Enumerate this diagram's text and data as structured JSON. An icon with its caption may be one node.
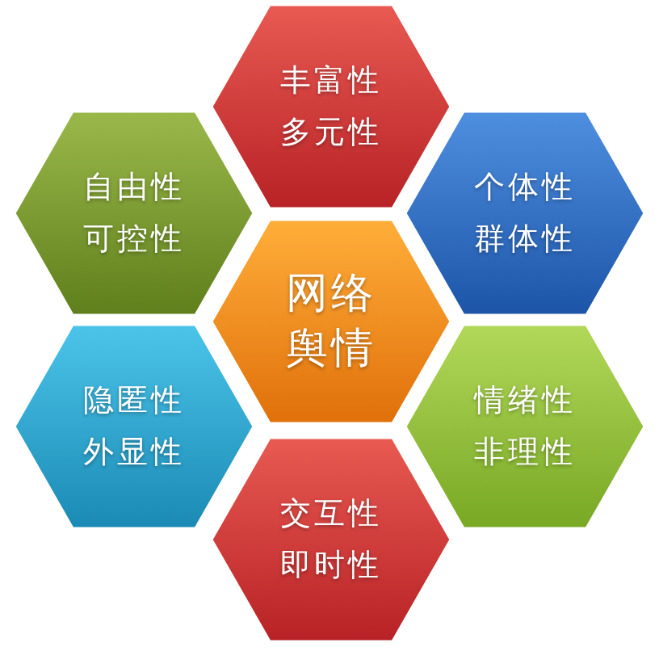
{
  "diagram": {
    "nodes": [
      {
        "text": [
          "丰富性",
          "多元性"
        ]
      },
      {
        "text": [
          "自由性",
          "可控性"
        ]
      },
      {
        "text": [
          "个体性",
          "群体性"
        ]
      },
      {
        "text": [
          "网络舆情"
        ]
      },
      {
        "text": [
          "隐匿性",
          "外显性"
        ]
      },
      {
        "text": [
          "情绪性",
          "非理性"
        ]
      },
      {
        "text": [
          "交互性",
          "即时性"
        ]
      }
    ],
    "edges": []
  }
}
